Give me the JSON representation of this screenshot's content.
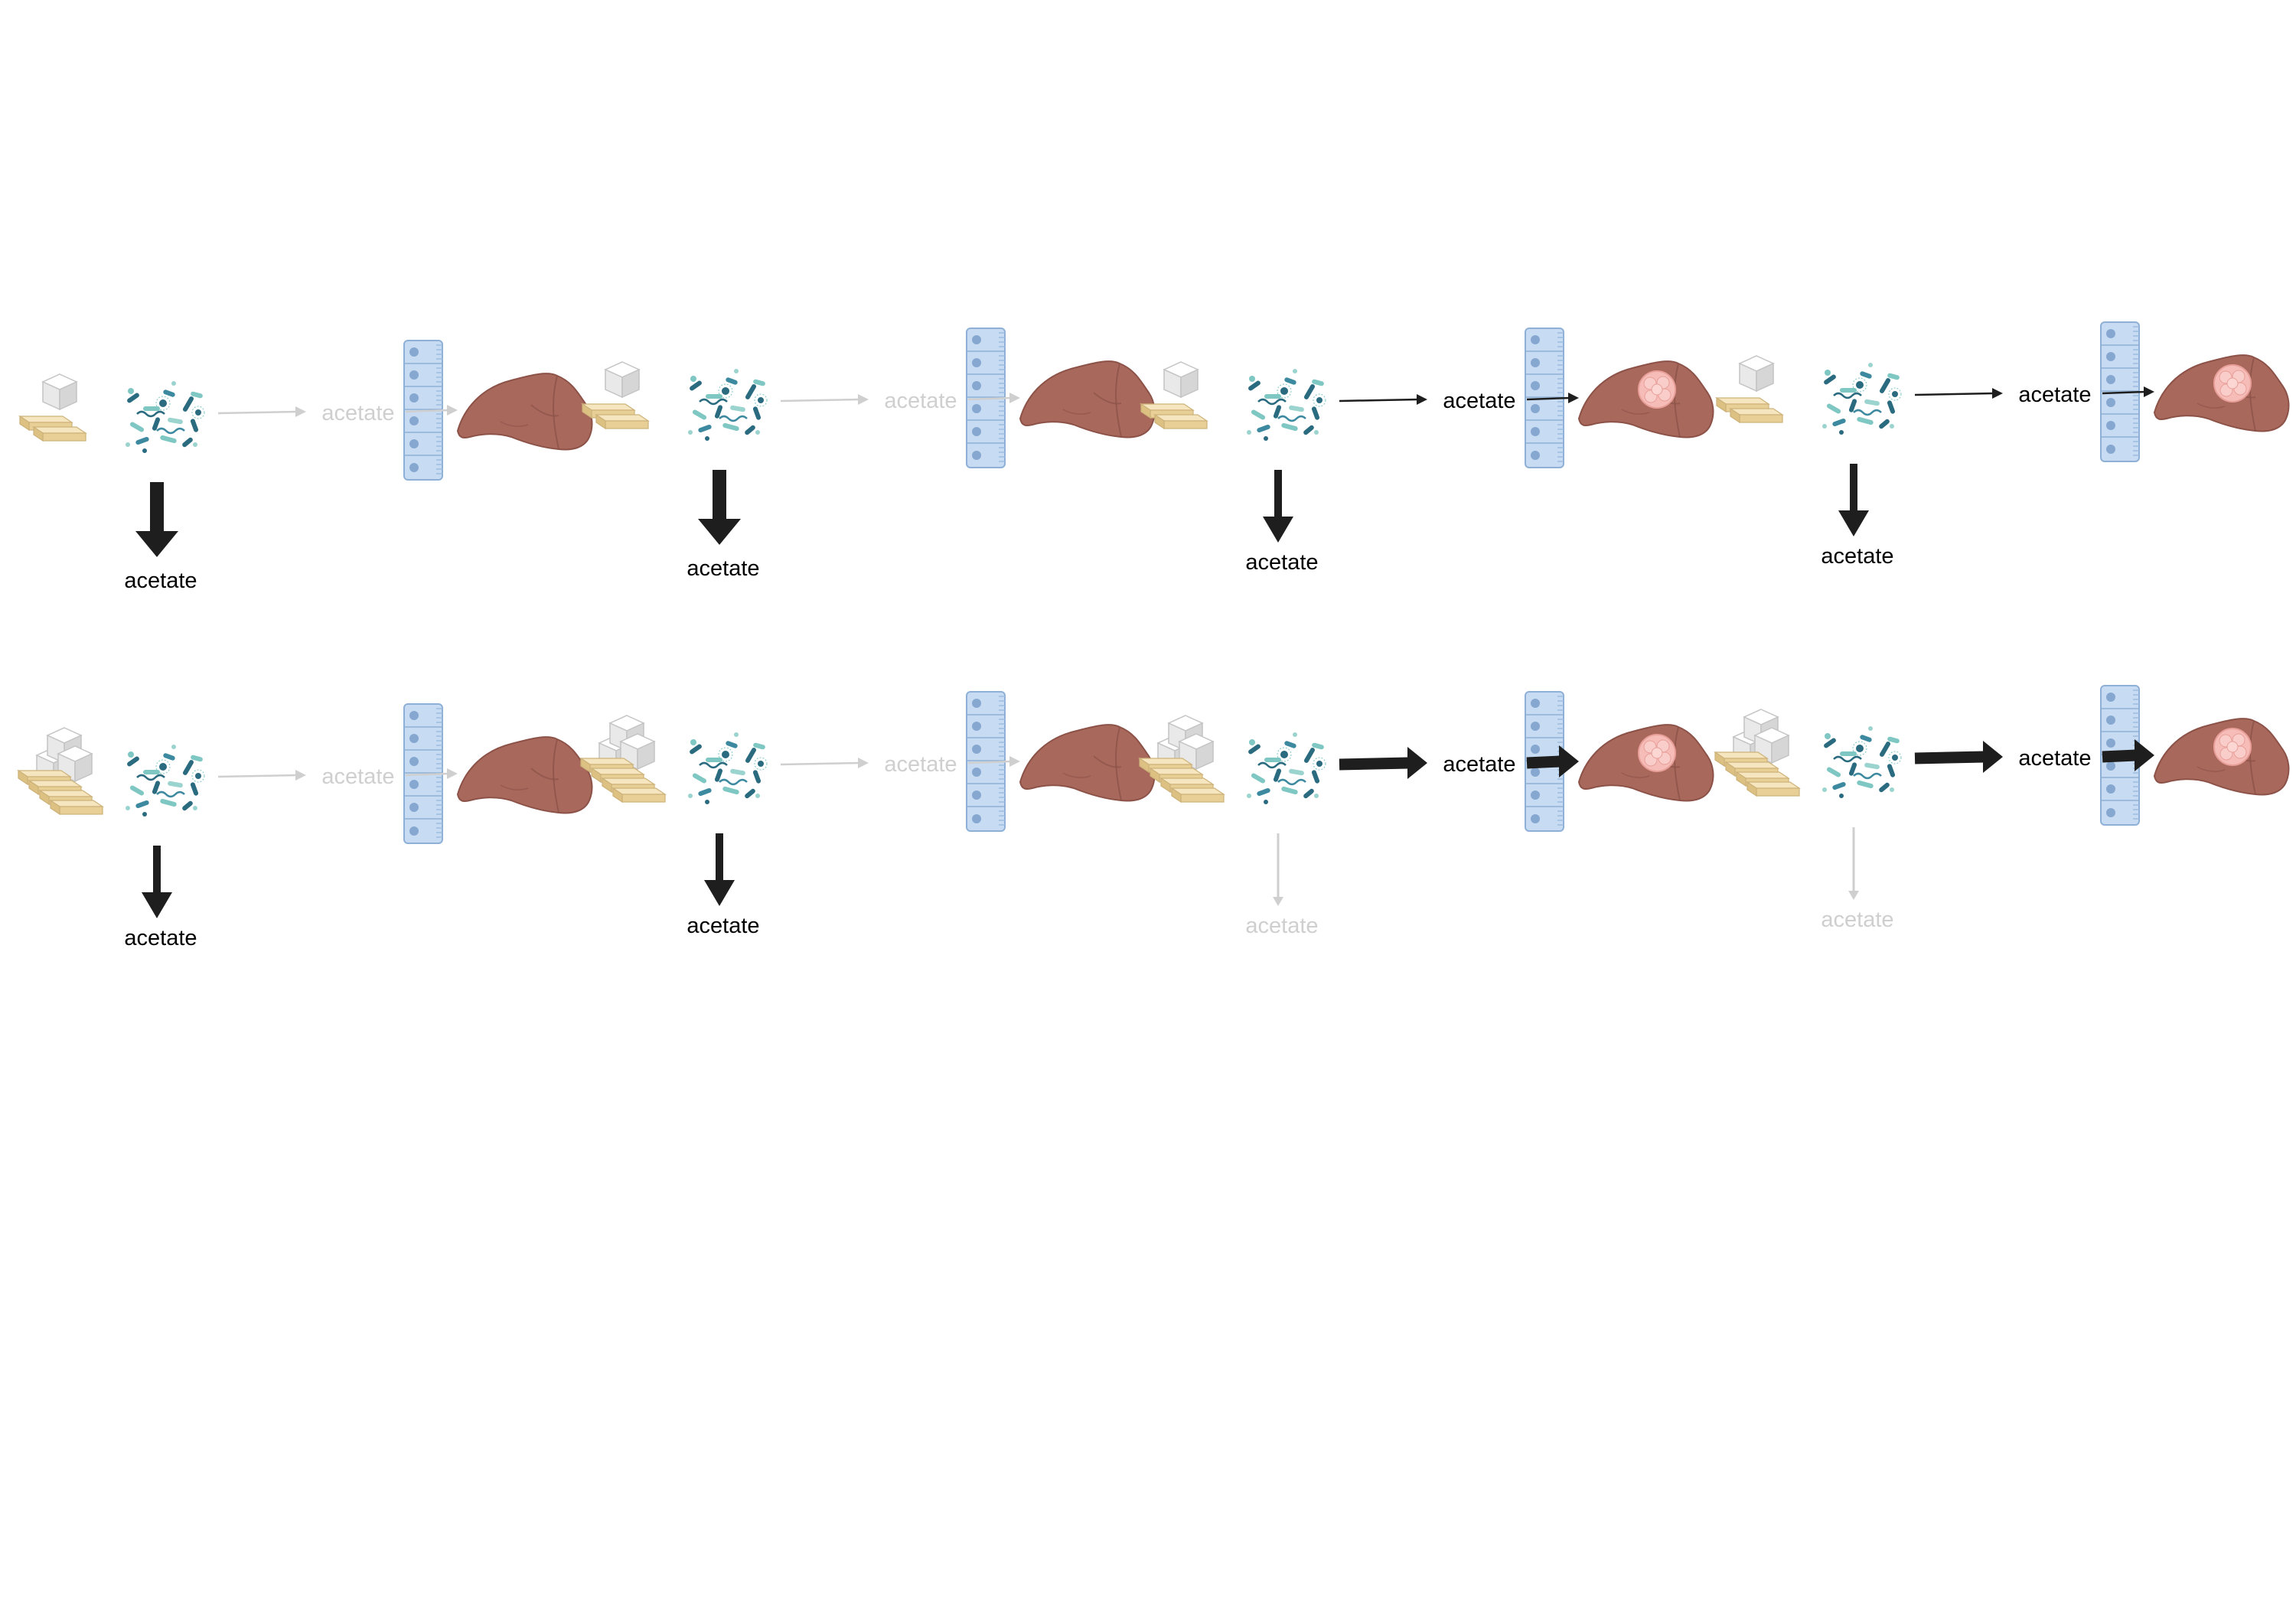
{
  "panels": [
    {
      "id": "r1p1",
      "label": "acetate",
      "sugar_cubes": 1,
      "fat_bars": 2,
      "down": {
        "active": true,
        "level": 3
      },
      "transport": {
        "active": false,
        "level": 1
      },
      "tumor": false
    },
    {
      "id": "r1p2",
      "label": "acetate",
      "sugar_cubes": 1,
      "fat_bars": 2,
      "down": {
        "active": true,
        "level": 3
      },
      "transport": {
        "active": false,
        "level": 1
      },
      "tumor": false
    },
    {
      "id": "r1p3",
      "label": "acetate",
      "sugar_cubes": 1,
      "fat_bars": 2,
      "down": {
        "active": true,
        "level": 2
      },
      "transport": {
        "active": true,
        "level": 1
      },
      "tumor": true
    },
    {
      "id": "r1p4",
      "label": "acetate",
      "sugar_cubes": 1,
      "fat_bars": 2,
      "down": {
        "active": true,
        "level": 2
      },
      "transport": {
        "active": true,
        "level": 1
      },
      "tumor": true
    },
    {
      "id": "r2p1",
      "label": "acetate",
      "sugar_cubes": 3,
      "fat_bars": 4,
      "down": {
        "active": true,
        "level": 2
      },
      "transport": {
        "active": false,
        "level": 1
      },
      "tumor": false
    },
    {
      "id": "r2p2",
      "label": "acetate",
      "sugar_cubes": 3,
      "fat_bars": 4,
      "down": {
        "active": true,
        "level": 2
      },
      "transport": {
        "active": false,
        "level": 1
      },
      "tumor": false
    },
    {
      "id": "r2p3",
      "label": "acetate",
      "sugar_cubes": 3,
      "fat_bars": 4,
      "down": {
        "active": false,
        "level": 1
      },
      "transport": {
        "active": true,
        "level": 3
      },
      "tumor": true
    },
    {
      "id": "r2p4",
      "label": "acetate",
      "sugar_cubes": 3,
      "fat_bars": 4,
      "down": {
        "active": false,
        "level": 1
      },
      "transport": {
        "active": true,
        "level": 3
      },
      "tumor": true
    }
  ],
  "colors": {
    "active_text": "#000000",
    "faded": "#cfcfcf",
    "arrow": "#1e1e1e",
    "liver": "#a9685c",
    "liver_edge": "#8c5248",
    "tumor": "#f6bdb8",
    "gut_wall": "#c7dcf3",
    "gut_edge": "#8fb0d6",
    "gut_nucleus": "#86a7cf",
    "sugar": "#f0f0f0",
    "fat": "#efd7a6",
    "microbe_dark": "#2a6b80",
    "microbe_teal": "#7fc7c3"
  },
  "icons": [
    "sugar-cube-icon",
    "fat-bar-icon",
    "microbiota-icon",
    "intestinal-epithelium-icon",
    "liver-icon",
    "liver-tumor-icon"
  ]
}
